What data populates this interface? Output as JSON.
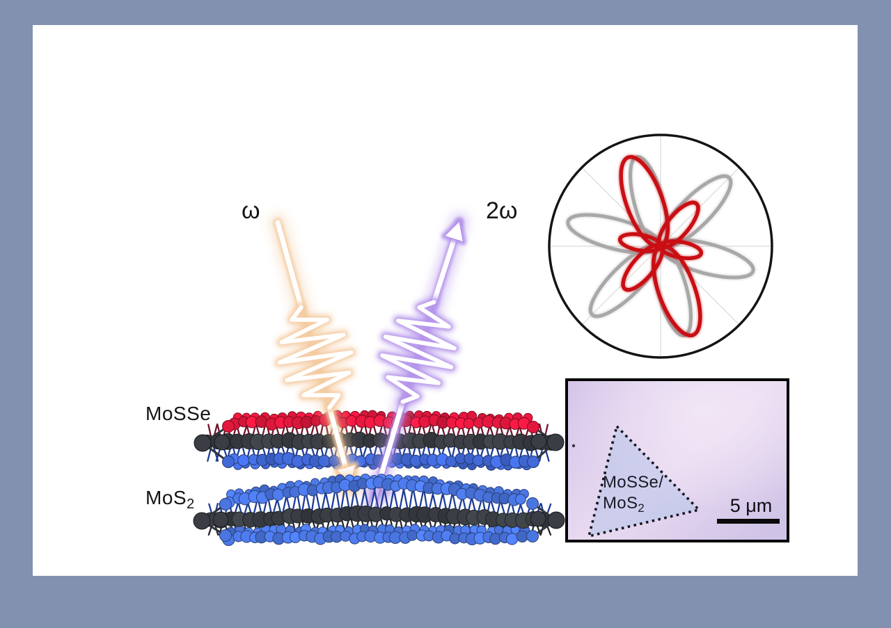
{
  "frame": {
    "background_color": "#8191af",
    "panel_color": "#ffffff"
  },
  "schematic": {
    "incident_beam": {
      "label": "ω",
      "glow_color": "#f4cba0"
    },
    "emitted_beam": {
      "label": "2ω",
      "glow_color": "#b493ea"
    },
    "layers": [
      {
        "id": "MoSSe",
        "label_main": "MoSSe",
        "label_sub": "",
        "chalcogen_top_color": "#e2173d",
        "metal_color": "#3a3e44",
        "chalcogen_bottom_color": "#4169d8"
      },
      {
        "id": "MoS2",
        "label_main": "MoS",
        "label_sub": "2",
        "chalcogen_top_color": "#4a76e2",
        "metal_color": "#3a3e44",
        "chalcogen_bottom_color": "#4a76e2"
      }
    ]
  },
  "chart_data": {
    "type": "polar_rose",
    "outer_circle": true,
    "grid_spokes_deg": [
      0,
      45,
      90,
      135,
      180,
      225,
      270,
      315
    ],
    "series": [
      {
        "name": "gray_rose",
        "color": "#a8a8a8",
        "petal_angles_deg": [
          45,
          105,
          165,
          225,
          285,
          345
        ],
        "petal_lengths": [
          0.87,
          0.83,
          0.86,
          0.87,
          0.83,
          0.86
        ],
        "petal_width_ratio": 0.31,
        "stroke_width": 5
      },
      {
        "name": "red_rose",
        "color": "#c90f14",
        "petal_angles_deg": [
          50,
          110,
          170,
          230,
          290,
          350
        ],
        "petal_lengths": [
          0.5,
          0.85,
          0.37,
          0.5,
          0.85,
          0.37
        ],
        "petal_width_ratio": 0.38,
        "stroke_width": 5.5
      }
    ]
  },
  "micrograph": {
    "flake_label_line1": "MoSSe/",
    "flake_label_line2_main": "MoS",
    "flake_label_line2_sub": "2",
    "scale_bar_label": "5 μm",
    "background_colors": [
      "#d3c4e9",
      "#e9daf1",
      "#cfc3e7"
    ],
    "flake_fill_color": "#b7c5e9",
    "outline_color": "#14141e"
  }
}
